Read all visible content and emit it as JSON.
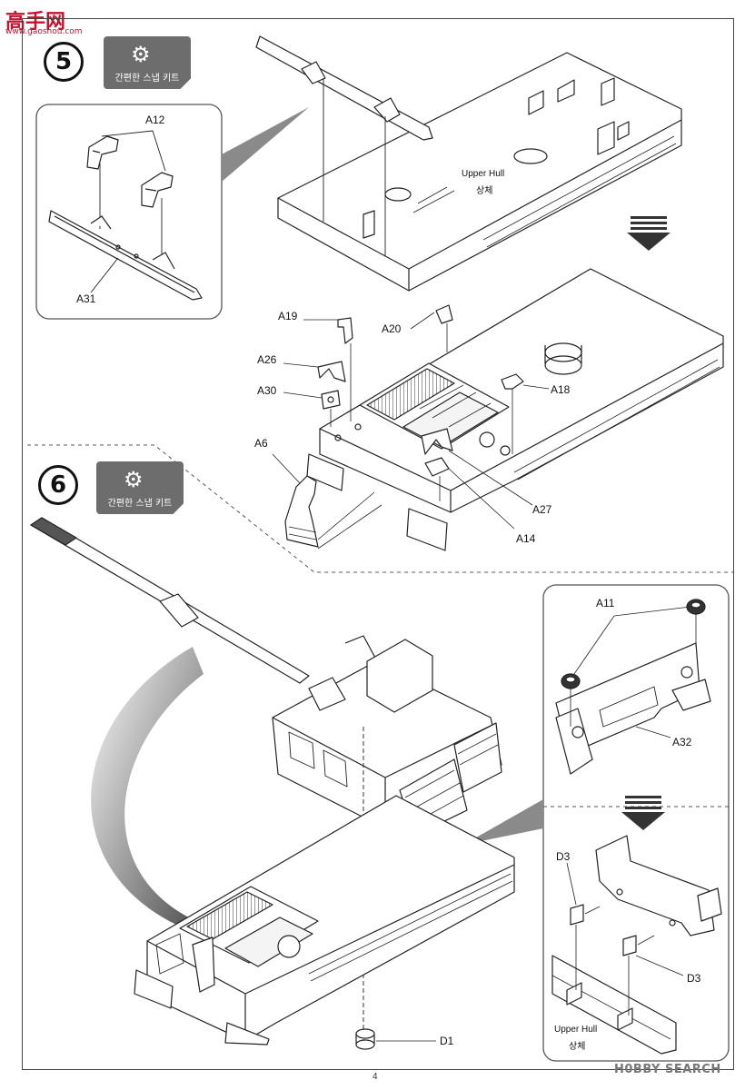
{
  "watermark": {
    "logo": "高手网",
    "url": "www.gaoshou.com",
    "bottom": "H0BBY SEARCH"
  },
  "page_number": "4",
  "step5": {
    "number": "5",
    "badge_text": "간편한 스냅 키트",
    "detail_labels": {
      "a12": "A12",
      "a31": "A31"
    },
    "upper_hull": {
      "en": "Upper Hull",
      "ko": "상체"
    },
    "part_labels": {
      "a19": "A19",
      "a20": "A20",
      "a26": "A26",
      "a30": "A30",
      "a18": "A18",
      "a6": "A6",
      "a27": "A27",
      "a14": "A14"
    }
  },
  "step6": {
    "number": "6",
    "badge_text": "간편한 스냅 키트",
    "detail_labels": {
      "a11": "A11",
      "a32": "A32",
      "d3_top": "D3",
      "d3_bottom": "D3"
    },
    "upper_hull": {
      "en": "Upper Hull",
      "ko": "상체"
    },
    "part_labels": {
      "d1": "D1"
    }
  }
}
